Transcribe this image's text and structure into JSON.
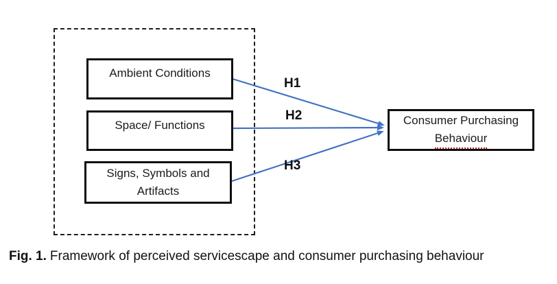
{
  "diagram": {
    "boxes": {
      "ambient": {
        "label": "Ambient Conditions"
      },
      "space": {
        "label": "Space/ Functions"
      },
      "signs": {
        "line1": "Signs, Symbols and",
        "line2": "Artifacts"
      },
      "outcome": {
        "line1": "Consumer Purchasing",
        "line2": "Behaviour"
      }
    },
    "hypotheses": [
      "H1",
      "H2",
      "H3"
    ],
    "colors": {
      "arrow_blue": "#4472C4",
      "box_border": "#0d0d0d",
      "spellcheck_red": "#cc2222"
    }
  },
  "caption": {
    "label": "Fig. 1.",
    "text": "Framework of perceived servicescape and consumer purchasing behaviour"
  }
}
